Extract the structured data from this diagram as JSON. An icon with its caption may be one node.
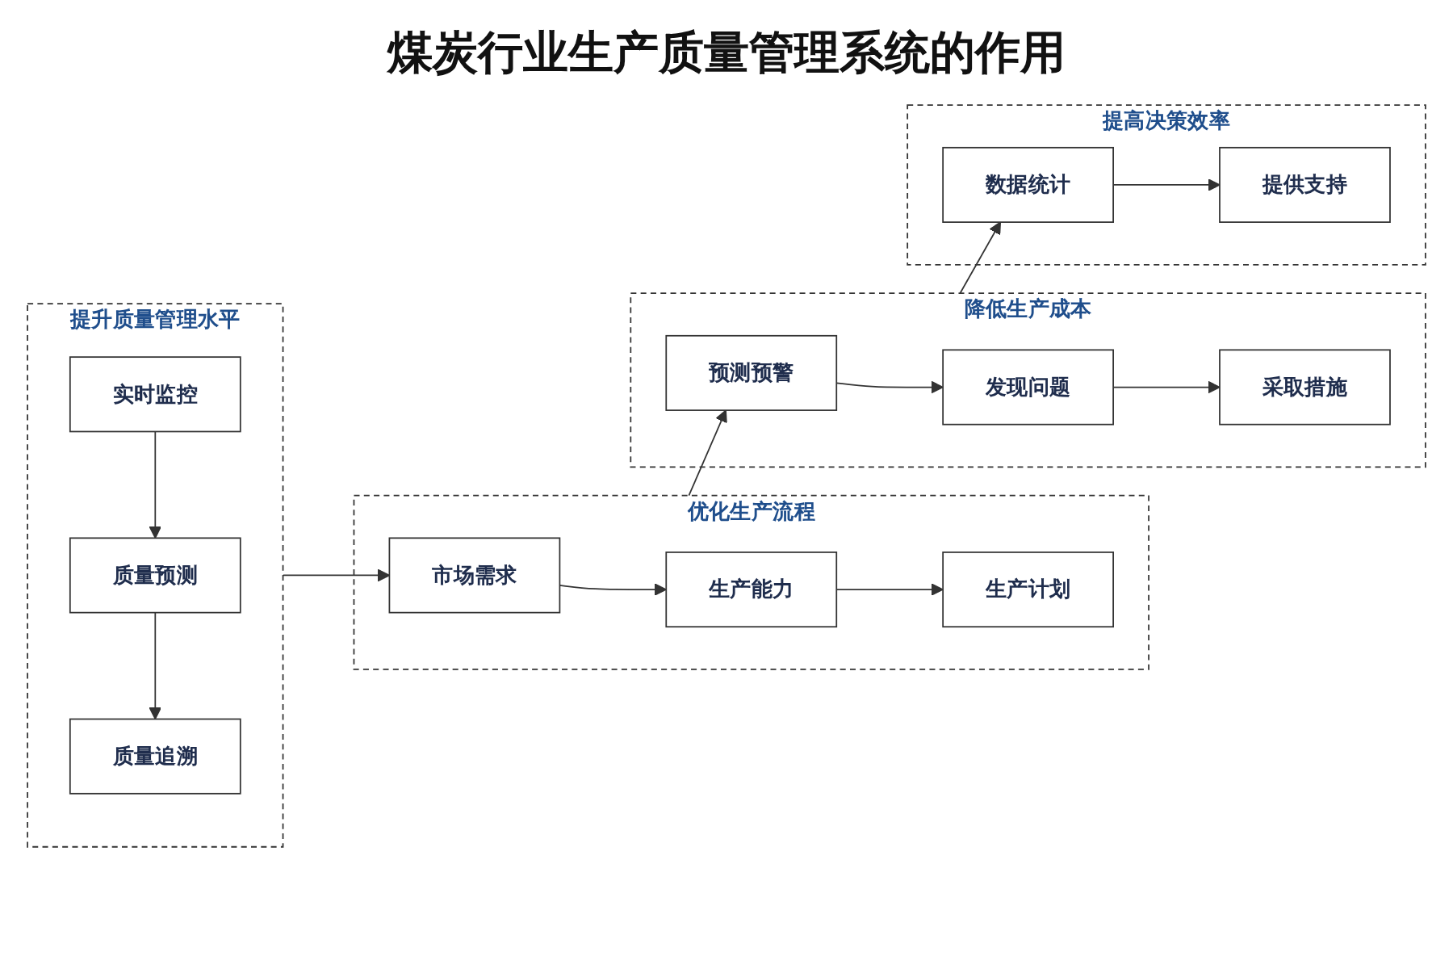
{
  "diagram": {
    "title": "煤炭行业生产质量管理系统的作用",
    "nodes": [
      {
        "text": [
          "提升质量管理水平"
        ]
      },
      {
        "text": [
          "实时监控"
        ],
        "in": 0
      },
      {
        "text": [
          "质量预测"
        ],
        "in": 0
      },
      {
        "text": [
          "质量追溯"
        ],
        "in": 0
      },
      {
        "text": [
          "优化生产流程"
        ]
      },
      {
        "text": [
          "市场需求"
        ],
        "in": 4
      },
      {
        "text": [
          "生产能力"
        ],
        "in": 4
      },
      {
        "text": [
          "生产计划"
        ],
        "in": 4
      },
      {
        "text": [
          "降低生产成本"
        ]
      },
      {
        "text": [
          "预测预警"
        ],
        "in": 8
      },
      {
        "text": [
          "发现问题"
        ],
        "in": 8
      },
      {
        "text": [
          "采取措施"
        ],
        "in": 8
      },
      {
        "text": [
          "提高决策效率"
        ]
      },
      {
        "text": [
          "数据统计"
        ],
        "in": 12
      },
      {
        "text": [
          "提供支持"
        ],
        "in": 12
      }
    ],
    "edges": [
      {
        "from": 1,
        "to": 2,
        "arrow": "to"
      },
      {
        "from": 2,
        "to": 3,
        "arrow": "to"
      },
      {
        "from": 0,
        "to": 5,
        "arrow": "to"
      },
      {
        "from": 5,
        "to": 6,
        "arrow": "to"
      },
      {
        "from": 6,
        "to": 7,
        "arrow": "to"
      },
      {
        "from": 4,
        "to": 9,
        "arrow": "to"
      },
      {
        "from": 9,
        "to": 10,
        "arrow": "to"
      },
      {
        "from": 10,
        "to": 11,
        "arrow": "to"
      },
      {
        "from": 8,
        "to": 13,
        "arrow": "to"
      },
      {
        "from": 13,
        "to": 14,
        "arrow": "to"
      }
    ]
  }
}
